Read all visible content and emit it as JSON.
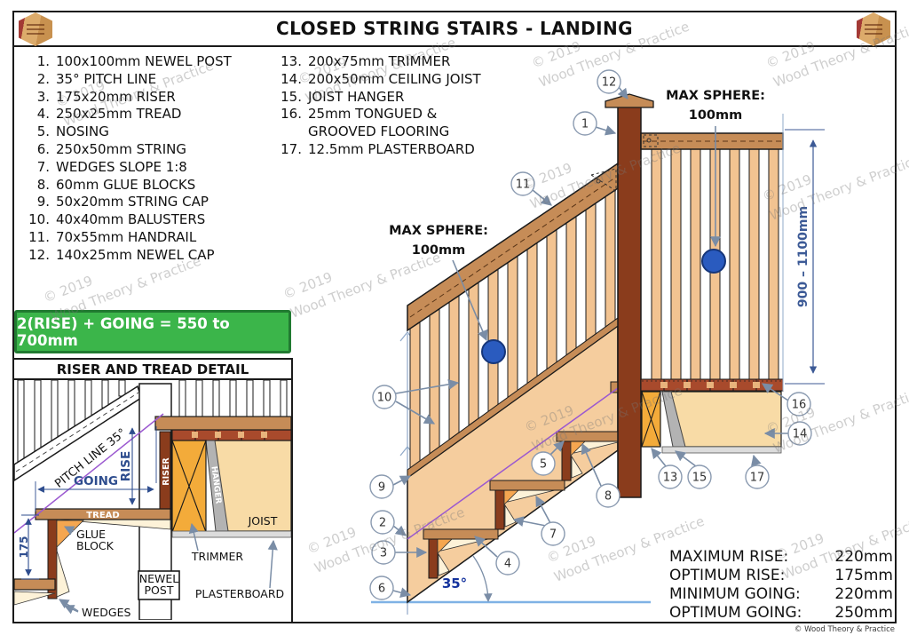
{
  "page": {
    "title": "CLOSED STRING STAIRS - LANDING",
    "footer_credit": "© Wood Theory & Practice"
  },
  "watermark": {
    "line1": "© 2019",
    "line2": "Wood Theory & Practice"
  },
  "legend": {
    "col1": [
      {
        "num": "1.",
        "label": "100x100mm NEWEL POST"
      },
      {
        "num": "2.",
        "label": "35° PITCH LINE"
      },
      {
        "num": "3.",
        "label": "175x20mm RISER"
      },
      {
        "num": "4.",
        "label": "250x25mm TREAD"
      },
      {
        "num": "5.",
        "label": "NOSING"
      },
      {
        "num": "6.",
        "label": "250x50mm STRING"
      },
      {
        "num": "7.",
        "label": "WEDGES SLOPE 1:8"
      },
      {
        "num": "8.",
        "label": "60mm GLUE BLOCKS"
      },
      {
        "num": "9.",
        "label": "50x20mm STRING CAP"
      },
      {
        "num": "10.",
        "label": "40x40mm BALUSTERS"
      },
      {
        "num": "11.",
        "label": "70x55mm HANDRAIL"
      },
      {
        "num": "12.",
        "label": "140x25mm NEWEL CAP"
      }
    ],
    "col2": [
      {
        "num": "13.",
        "label": "200x75mm TRIMMER"
      },
      {
        "num": "14.",
        "label": "200x50mm CEILING JOIST"
      },
      {
        "num": "15.",
        "label": "JOIST HANGER"
      },
      {
        "num": "16.",
        "label": "25mm TONGUED &"
      },
      {
        "num": "",
        "label": "GROOVED FLOORING"
      },
      {
        "num": "17.",
        "label": "12.5mm PLASTERBOARD"
      }
    ]
  },
  "formula": {
    "text": "2(RISE) + GOING = 550 to 700mm"
  },
  "detail": {
    "title": "RISER AND TREAD DETAIL",
    "labels": {
      "pitch_line": "PITCH LINE 35°",
      "going": "GOING",
      "rise": "RISE",
      "dim_175": "175",
      "tread": "TREAD",
      "riser": "RISER",
      "glue_line1": "GLUE",
      "glue_line2": "BLOCK",
      "wedges": "WEDGES",
      "newel_line1": "NEWEL",
      "newel_line2": "POST",
      "trimmer": "TRIMMER",
      "joist": "JOIST",
      "plasterboard": "PLASTERBOARD",
      "hanger": "HANGER"
    }
  },
  "main": {
    "max_sphere_label": "MAX SPHERE:",
    "max_sphere_value": "100mm",
    "height_dim": "900 – 1100mm",
    "angle": "35°",
    "callouts": [
      "1",
      "2",
      "3",
      "4",
      "5",
      "6",
      "7",
      "8",
      "9",
      "10",
      "11",
      "12",
      "13",
      "14",
      "15",
      "16",
      "17"
    ]
  },
  "stats": {
    "rows": [
      {
        "label": "MAXIMUM RISE:",
        "value": "220mm"
      },
      {
        "label": "OPTIMUM RISE:",
        "value": "175mm"
      },
      {
        "label": "MINIMUM GOING:",
        "value": "220mm"
      },
      {
        "label": "OPTIMUM GOING:",
        "value": "250mm"
      }
    ]
  },
  "colors": {
    "banner_green": "#3bb54a",
    "banner_border": "#217a31",
    "wood_dark": "#8a3c1c",
    "wood_mid": "#c68c57",
    "wood_light": "#f2c391",
    "string_tan": "#f5cd9e",
    "joist_cream": "#f8dba6",
    "trimmer_orange": "#f3ab3a",
    "flooring_red": "#a84a2c",
    "glue_orange": "#f5a650",
    "wedge_pale": "#fdf2d8",
    "plasterboard_grey": "#dcdcdc",
    "hanger_grey": "#b3b3b3",
    "sphere_blue": "#2a5bbf",
    "dim_blue": "#3c5a96",
    "leader_slate": "#7a8da6",
    "pitch_purple": "#9b59d0",
    "floor_blue": "#7fb2e5"
  }
}
